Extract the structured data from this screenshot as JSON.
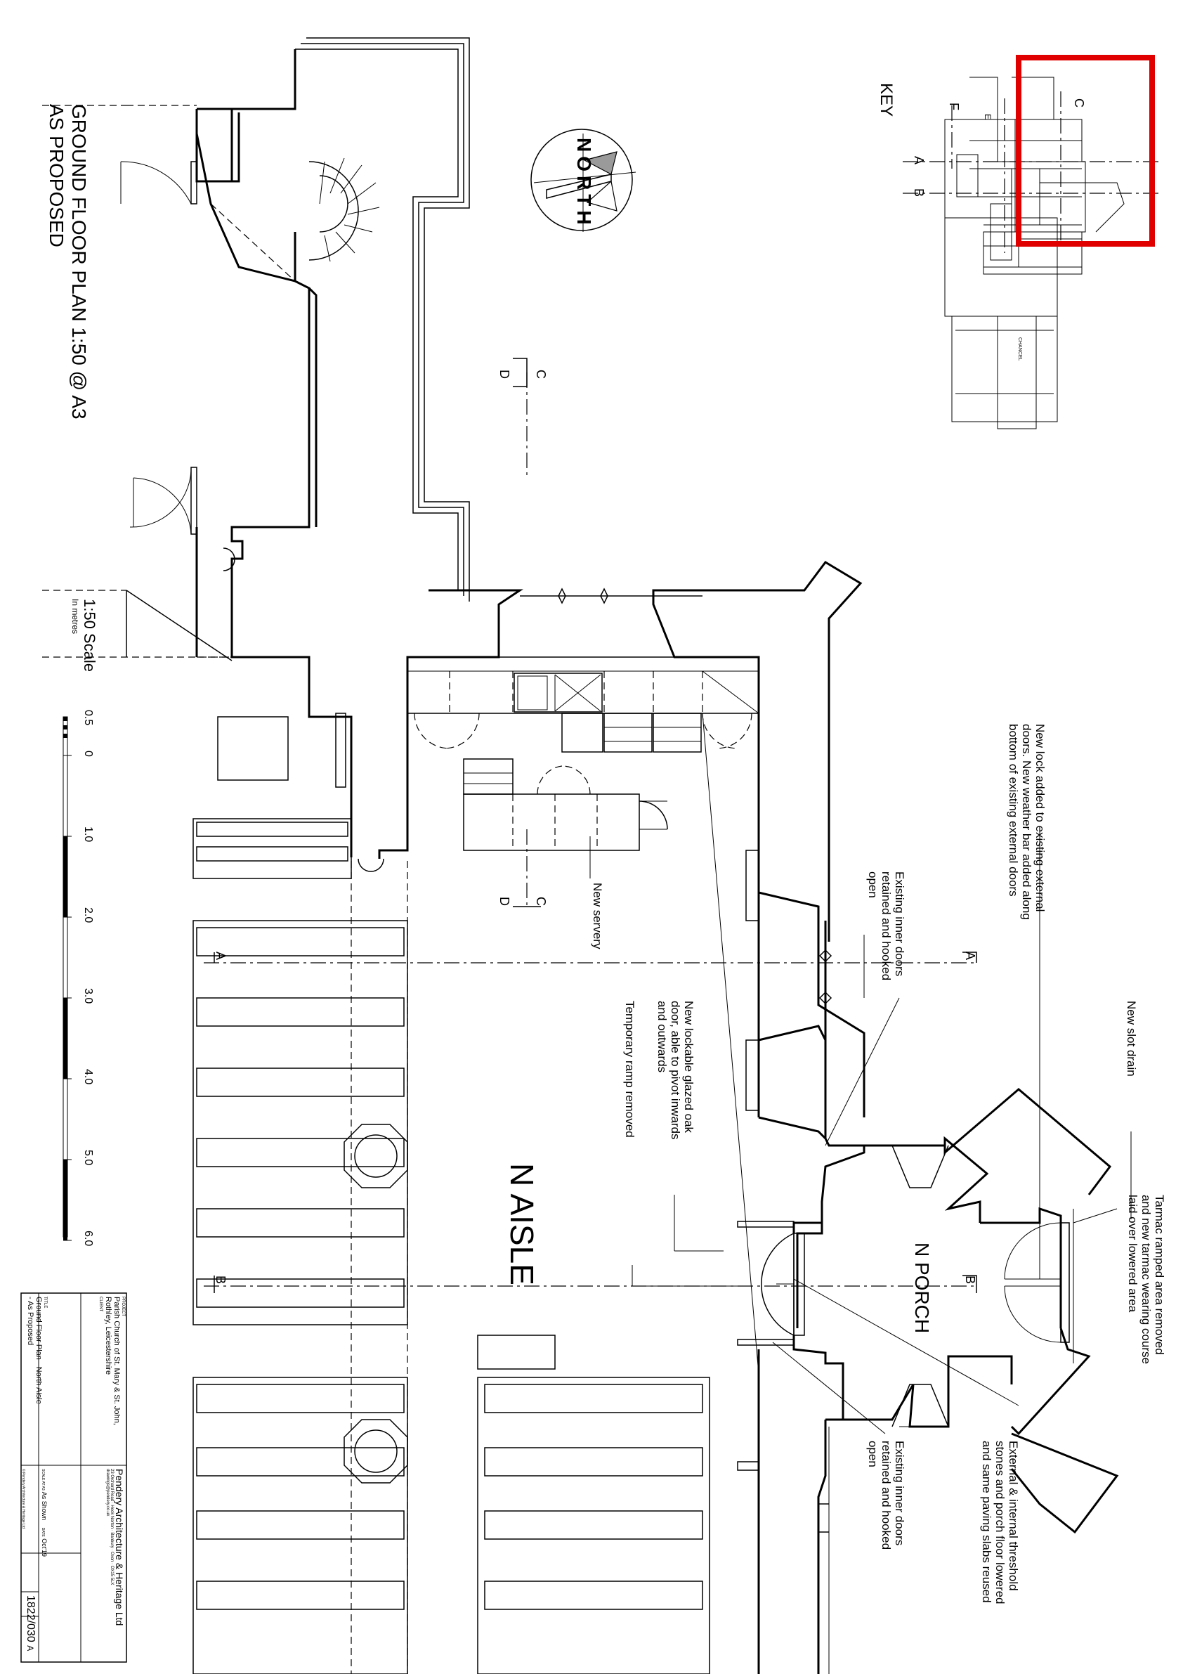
{
  "drawing": {
    "title_line1": "GROUND FLOOR PLAN 1:50 @ A3",
    "title_line2": "AS PROPOSED",
    "key_label": "KEY",
    "north_label": "NORTH",
    "room_n_aisle": "N AISLE",
    "room_n_porch": "N PORCH",
    "scale_title": "1:50 Scale",
    "scale_units": "In metres",
    "scale_ticks": [
      "0.5",
      "0",
      "1.0",
      "2.0",
      "3.0",
      "4.0",
      "5.0",
      "6.0"
    ],
    "section_markers": [
      "C",
      "D",
      "C",
      "D",
      "A",
      "A",
      "B",
      "B"
    ],
    "key_markers": [
      "F",
      "A",
      "B",
      "C",
      "E"
    ],
    "key_chancel": "CHANCEL",
    "highlight_color": "#e00000"
  },
  "notes": {
    "new_lock": "New lock added to existing external doors. New weather bar added along bottom of existing external doors",
    "inner_doors_top": "Existing inner doors retained and hooked open",
    "new_servery": "New servery",
    "glazed_door": "New lockable glazed oak door, able to pivot inwards and outwards",
    "ramp_removed": "Temporary ramp removed",
    "slot_drain": "New slot drain",
    "tarmac": "Tarmac ramped area removed and new tarmac wearing course laid over lowered area",
    "threshold": "External & internal threshold stones and porch floor lowered and same paving slabs reused",
    "inner_doors_bottom": "Existing inner doors retained and hooked open"
  },
  "title_block": {
    "project_label": "PROJECT",
    "project_line1": "Parish Church of St. Mary & St. John,",
    "project_line2": "Rothley, Leicestershire",
    "client_label": "CLIENT",
    "title_label": "TITLE",
    "title_line1": "Ground Floor Plan - North Aisle",
    "title_line2": "- As Proposed",
    "firm": "Pendery Architecture & Heritage Ltd",
    "address": "23 Orchard Road · Hook Norton · Banbury · Oxon · OX15 5LX",
    "contact": "drawings@pendery.co.uk",
    "scale_label": "SCALE AT A3",
    "scale_value": "As Shown",
    "date_label": "DATE",
    "date_value": "Oct'19",
    "drawing_no_label": "DRAWING NO",
    "drawing_no": "1822/030",
    "revision": "A",
    "copyright": "© Pendery Architecture & Heritage Ltd"
  }
}
